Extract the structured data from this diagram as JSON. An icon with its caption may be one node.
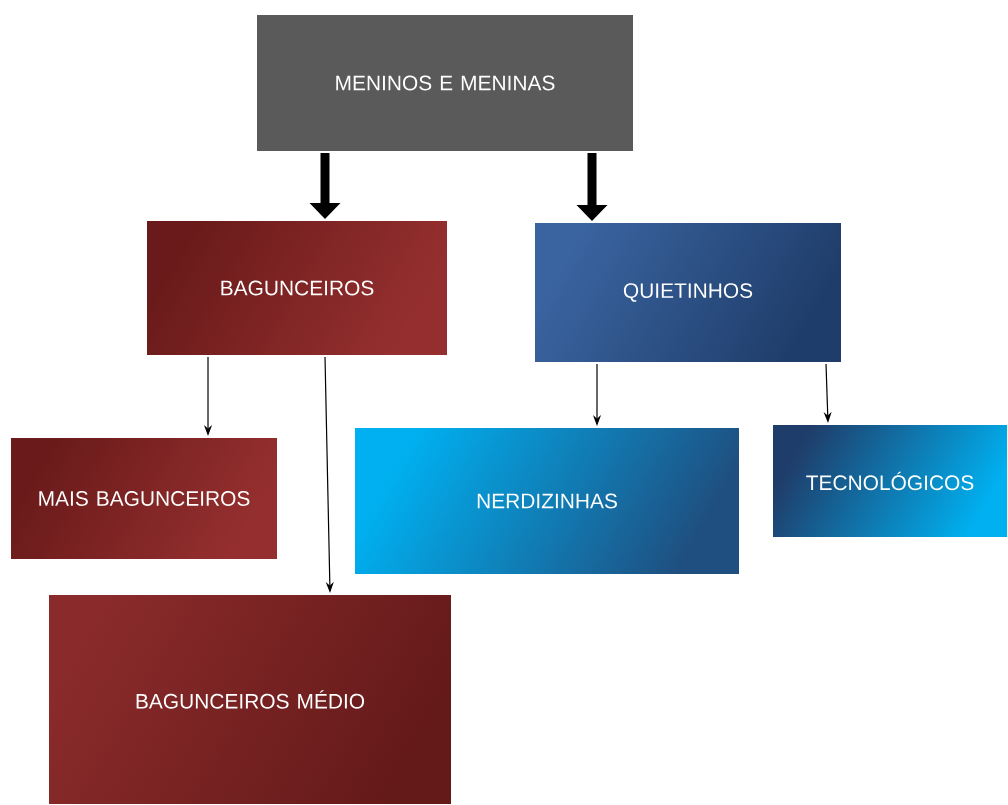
{
  "diagram": {
    "nodes": [
      {
        "text": [
          "MENINOS E MENINAS"
        ]
      },
      {
        "text": [
          "BAGUNCEIROS"
        ]
      },
      {
        "text": [
          "QUIETINHOS"
        ]
      },
      {
        "text": [
          "MAIS BAGUNCEIROS"
        ]
      },
      {
        "text": [
          "BAGUNCEIROS MÉDIO"
        ]
      },
      {
        "text": [
          "NERDIZINHAS"
        ]
      },
      {
        "text": [
          "TECNOLÓGICOS"
        ]
      }
    ],
    "edges": [
      {
        "from": 0,
        "to": 1,
        "arrow": "to",
        "style": "thick"
      },
      {
        "from": 0,
        "to": 2,
        "arrow": "to",
        "style": "thick"
      },
      {
        "from": 1,
        "to": 3,
        "arrow": "to"
      },
      {
        "from": 1,
        "to": 4,
        "arrow": "to"
      },
      {
        "from": 2,
        "to": 5,
        "arrow": "to"
      },
      {
        "from": 2,
        "to": 6,
        "arrow": "to"
      }
    ]
  }
}
